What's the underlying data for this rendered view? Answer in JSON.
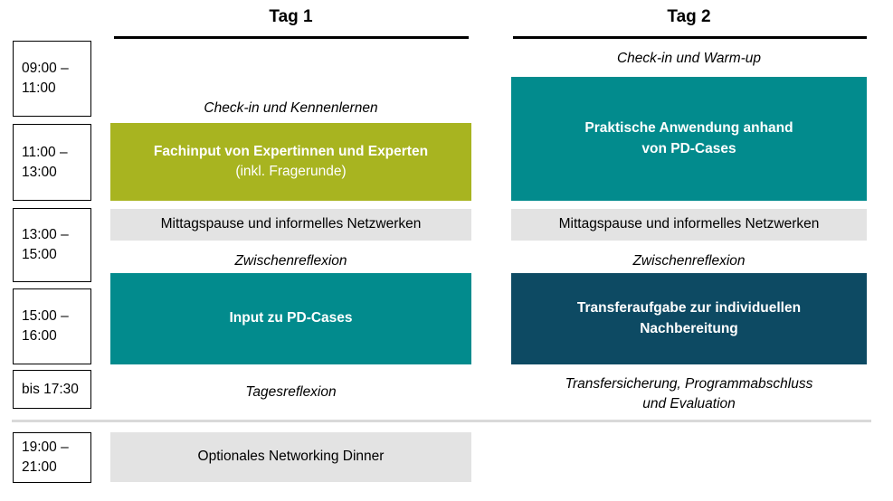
{
  "colors": {
    "green": "#a8b420",
    "teal": "#028b8d",
    "dark_blue": "#0d4a63",
    "light_gray": "#e3e3e3",
    "divider_gray": "#d9d9d9"
  },
  "time_slots": [
    {
      "line1": "09:00 –",
      "line2": "11:00"
    },
    {
      "line1": "11:00 –",
      "line2": "13:00"
    },
    {
      "line1": "13:00 –",
      "line2": "15:00"
    },
    {
      "line1": "15:00 –",
      "line2": "16:00"
    },
    {
      "line1": "bis 17:30"
    },
    {
      "line1": "19:00 –",
      "line2": "21:00"
    }
  ],
  "day1": {
    "header": "Tag 1",
    "checkin": "Check-in und Kennenlernen",
    "fachinput_title": "Fachinput von Expertinnen und Experten",
    "fachinput_sub": "(inkl. Fragerunde)",
    "lunch": "Mittagspause und informelles Netzwerken",
    "zwischenreflexion": "Zwischenreflexion",
    "input_pd_cases": "Input zu PD-Cases",
    "tagesreflexion": "Tagesreflexion",
    "dinner": "Optionales Networking Dinner"
  },
  "day2": {
    "header": "Tag 2",
    "checkin": "Check-in und Warm-up",
    "praktische_line1": "Praktische Anwendung anhand",
    "praktische_line2": "von PD-Cases",
    "lunch": "Mittagspause und informelles Netzwerken",
    "zwischenreflexion": "Zwischenreflexion",
    "transfer_line1": "Transferaufgabe zur individuellen",
    "transfer_line2": "Nachbereitung",
    "closing_line1": "Transfersicherung, Programmabschluss",
    "closing_line2": "und Evaluation"
  }
}
